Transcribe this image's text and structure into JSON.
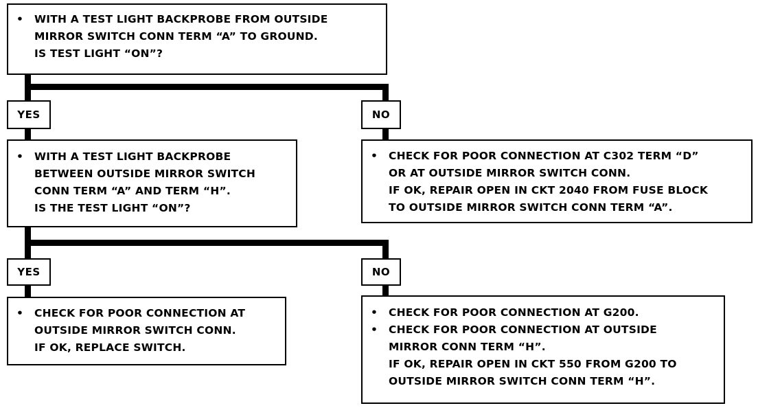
{
  "flowchart": {
    "step1": {
      "bullets": [
        [
          "WITH A TEST LIGHT BACKPROBE FROM OUTSIDE",
          "MIRROR SWITCH CONN TERM “A” TO GROUND.",
          "IS TEST LIGHT “ON”?"
        ]
      ]
    },
    "step1_yes_label": "YES",
    "step1_no_label": "NO",
    "step2": {
      "bullets": [
        [
          "WITH A TEST LIGHT BACKPROBE",
          "BETWEEN OUTSIDE MIRROR SWITCH",
          "CONN TERM “A” AND TERM “H”.",
          "IS THE TEST LIGHT “ON”?"
        ]
      ]
    },
    "step1_no_result": {
      "bullets": [
        [
          "CHECK FOR POOR CONNECTION AT C302 TERM “D”",
          "OR AT OUTSIDE MIRROR SWITCH CONN.",
          "IF OK, REPAIR OPEN IN CKT 2040 FROM FUSE BLOCK",
          "TO OUTSIDE MIRROR SWITCH CONN TERM “A”."
        ]
      ]
    },
    "step2_yes_label": "YES",
    "step2_no_label": "NO",
    "step2_yes_result": {
      "bullets": [
        [
          "CHECK FOR POOR CONNECTION AT",
          "OUTSIDE MIRROR SWITCH CONN.",
          "IF OK, REPLACE SWITCH."
        ]
      ]
    },
    "step2_no_result": {
      "bullets": [
        [
          "CHECK FOR POOR CONNECTION AT G200."
        ],
        [
          "CHECK FOR POOR CONNECTION AT OUTSIDE",
          "MIRROR CONN TERM “H”.",
          "IF OK, REPAIR OPEN IN CKT 550 FROM G200 TO",
          "OUTSIDE MIRROR SWITCH CONN TERM “H”."
        ]
      ]
    },
    "bullet_glyph": "•"
  }
}
